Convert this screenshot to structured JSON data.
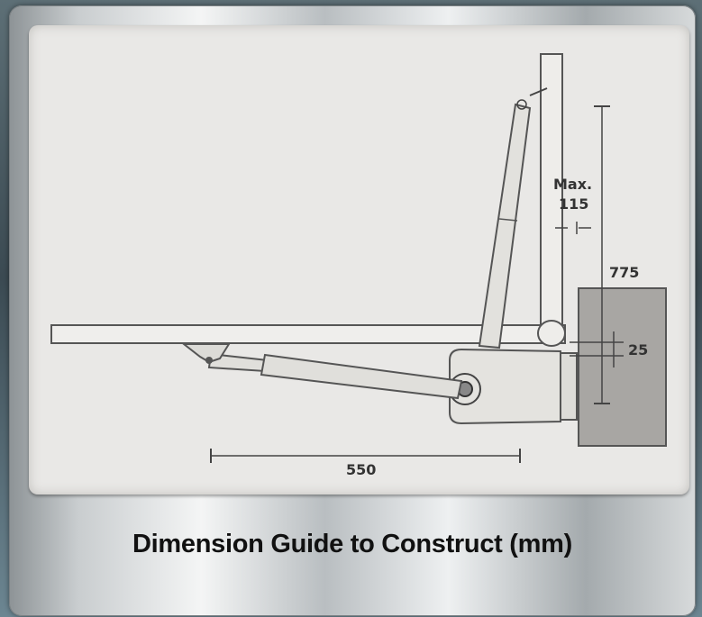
{
  "diagram": {
    "labels": {
      "max_gap_label": "Max.",
      "max_gap_value": "115",
      "height_value": "775",
      "offset_value": "25",
      "length_value": "550"
    },
    "caption": "Dimension Guide to Construct (mm)"
  }
}
